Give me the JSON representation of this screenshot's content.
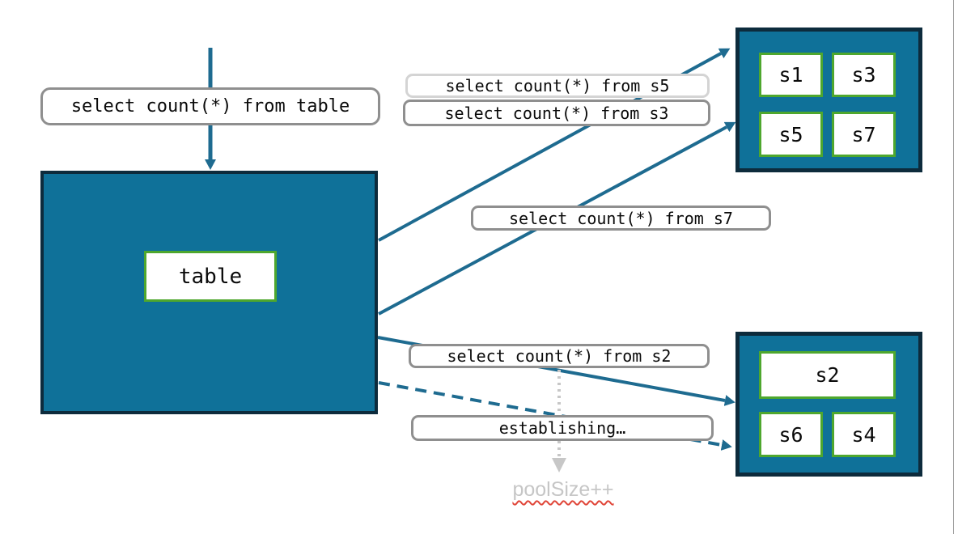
{
  "labels": {
    "query_table": "select count(*) from table",
    "query_s5": "select count(*) from s5",
    "query_s3": "select count(*) from s3",
    "query_s7": "select count(*) from s7",
    "query_s2": "select count(*) from s2",
    "establishing": "establishing…",
    "pool_size": "poolSize++"
  },
  "table_box": {
    "label": "table"
  },
  "shard_group_top": {
    "shards": [
      "s1",
      "s3",
      "s5",
      "s7"
    ]
  },
  "shard_group_bottom": {
    "shards": [
      "s2",
      "s6",
      "s4"
    ]
  },
  "colors": {
    "box_fill": "#0f7199",
    "box_border": "#0d2b3c",
    "shard_border": "#4ea72e",
    "arrow": "#1e6b90",
    "label_border": "#8f8f8f",
    "label_border_light": "#d4d4d4",
    "muted_text": "#c6c6c6",
    "squiggle_red": "#e04538",
    "dotted_arrow_gray": "#c7c7c7"
  }
}
